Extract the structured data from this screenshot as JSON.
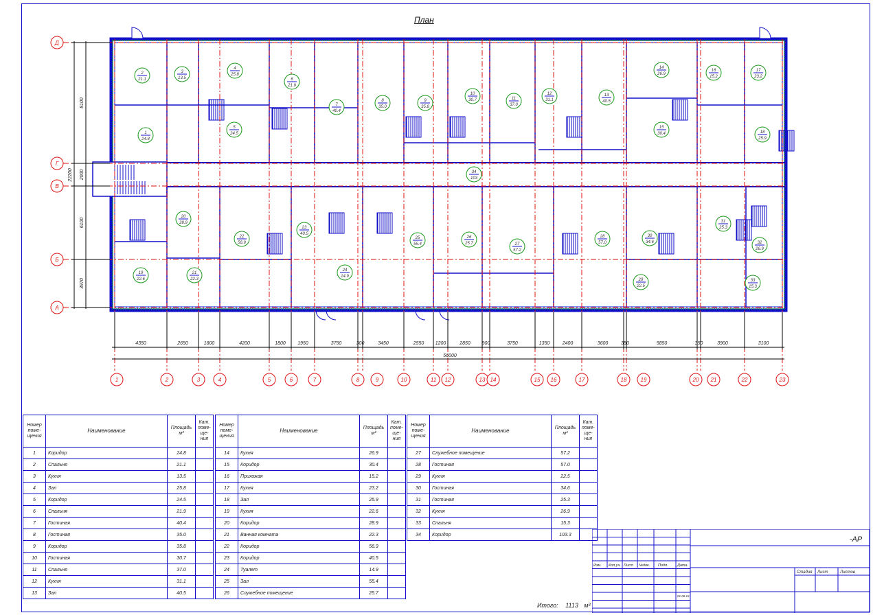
{
  "drawing": {
    "title": "План",
    "code": "-АР",
    "total_label": "Итого:",
    "total_value": "1113",
    "total_unit": "м²",
    "date_stamp": "01.06.16",
    "colors": {
      "lines": "#1010c8",
      "axes": "#e01010",
      "room_markers": "#1a9a1a",
      "insulation": "#1a8a3a"
    }
  },
  "axes": {
    "columns": [
      "1",
      "2",
      "3",
      "4",
      "5",
      "6",
      "7",
      "8",
      "9",
      "10",
      "11",
      "12",
      "13",
      "14",
      "15",
      "16",
      "17",
      "18",
      "19",
      "20",
      "21",
      "22",
      "23"
    ],
    "rows": [
      "Д",
      "Г",
      "В",
      "Б",
      "А"
    ],
    "column_spacings_mm": [
      "4350",
      "2650",
      "1800",
      "4200",
      "1800",
      "1950",
      "3750",
      "300",
      "3450",
      "2550",
      "1200",
      "2850",
      "900",
      "3750",
      "1350",
      "2400",
      "3600",
      "350",
      "5850",
      "350",
      "3900",
      "3100"
    ],
    "overall_length_mm": "56000",
    "row_spacings_mm": [
      "8100",
      "2000",
      "6100",
      "3970"
    ],
    "overall_width_mm": "22200"
  },
  "room_markers": [
    {
      "n": "1",
      "a": "24.8"
    },
    {
      "n": "2",
      "a": "21.1"
    },
    {
      "n": "3",
      "a": "13.5"
    },
    {
      "n": "4",
      "a": "25.8"
    },
    {
      "n": "5",
      "a": "24.5"
    },
    {
      "n": "6",
      "a": "21.9"
    },
    {
      "n": "7",
      "a": "40.4"
    },
    {
      "n": "8",
      "a": "35.0"
    },
    {
      "n": "9",
      "a": "35.8"
    },
    {
      "n": "10",
      "a": "30.7"
    },
    {
      "n": "11",
      "a": "37.0"
    },
    {
      "n": "12",
      "a": "31.1"
    },
    {
      "n": "13",
      "a": "40.5"
    },
    {
      "n": "14",
      "a": "26.9"
    },
    {
      "n": "15",
      "a": "30.4"
    },
    {
      "n": "16",
      "a": "15.2"
    },
    {
      "n": "17",
      "a": "23.2"
    },
    {
      "n": "18",
      "a": "25.9"
    },
    {
      "n": "19",
      "a": "22.6"
    },
    {
      "n": "20",
      "a": "28.9"
    },
    {
      "n": "21",
      "a": "22.3"
    },
    {
      "n": "22",
      "a": "56.9"
    },
    {
      "n": "23",
      "a": "40.5"
    },
    {
      "n": "24",
      "a": "14.9"
    },
    {
      "n": "25",
      "a": "55.4"
    },
    {
      "n": "26",
      "a": "25.7"
    },
    {
      "n": "27",
      "a": "57.2"
    },
    {
      "n": "28",
      "a": "57.0"
    },
    {
      "n": "29",
      "a": "22.5"
    },
    {
      "n": "30",
      "a": "34.6"
    },
    {
      "n": "31",
      "a": "25.3"
    },
    {
      "n": "32",
      "a": "26.9"
    },
    {
      "n": "33",
      "a": "15.3"
    },
    {
      "n": "34",
      "a": "103"
    }
  ],
  "room_table": {
    "headers": {
      "num": "Номер поме-щения",
      "name": "Наименование",
      "area": "Площадь м²",
      "cat": "Кат. поме-ще-ния"
    },
    "columns": [
      [
        {
          "num": "1",
          "name": "Коридор",
          "area": "24.8"
        },
        {
          "num": "2",
          "name": "Спальня",
          "area": "21.1"
        },
        {
          "num": "3",
          "name": "Кухня",
          "area": "13.5"
        },
        {
          "num": "4",
          "name": "Зал",
          "area": "25.8"
        },
        {
          "num": "5",
          "name": "Коридор",
          "area": "24.5"
        },
        {
          "num": "6",
          "name": "Спальня",
          "area": "21.9"
        },
        {
          "num": "7",
          "name": "Гостиная",
          "area": "40.4"
        },
        {
          "num": "8",
          "name": "Гостиная",
          "area": "35.0"
        },
        {
          "num": "9",
          "name": "Коридор",
          "area": "35.8"
        },
        {
          "num": "10",
          "name": "Гостиная",
          "area": "30.7"
        },
        {
          "num": "11",
          "name": "Спальня",
          "area": "37.0"
        },
        {
          "num": "12",
          "name": "Кухня",
          "area": "31.1"
        },
        {
          "num": "13",
          "name": "Зал",
          "area": "40.5"
        }
      ],
      [
        {
          "num": "14",
          "name": "Кухня",
          "area": "26.9"
        },
        {
          "num": "15",
          "name": "Коридор",
          "area": "30.4"
        },
        {
          "num": "16",
          "name": "Прихожая",
          "area": "15.2"
        },
        {
          "num": "17",
          "name": "Кухня",
          "area": "23.2"
        },
        {
          "num": "18",
          "name": "Зал",
          "area": "25.9"
        },
        {
          "num": "19",
          "name": "Кухня",
          "area": "22.6"
        },
        {
          "num": "20",
          "name": "Коридор",
          "area": "28.9"
        },
        {
          "num": "21",
          "name": "Ванная комната",
          "area": "22.3"
        },
        {
          "num": "22",
          "name": "Коридор",
          "area": "56.9"
        },
        {
          "num": "23",
          "name": "Коридор",
          "area": "40.5"
        },
        {
          "num": "24",
          "name": "Туалет",
          "area": "14.9"
        },
        {
          "num": "25",
          "name": "Зал",
          "area": "55.4"
        },
        {
          "num": "26",
          "name": "Служебное помещение",
          "area": "25.7"
        }
      ],
      [
        {
          "num": "27",
          "name": "Служебное помещение",
          "area": "57.2"
        },
        {
          "num": "28",
          "name": "Гостиная",
          "area": "57.0"
        },
        {
          "num": "29",
          "name": "Кухня",
          "area": "22.5"
        },
        {
          "num": "30",
          "name": "Гостиная",
          "area": "34.6"
        },
        {
          "num": "31",
          "name": "Гостиная",
          "area": "25.3"
        },
        {
          "num": "32",
          "name": "Кухня",
          "area": "26.9"
        },
        {
          "num": "33",
          "name": "Спальня",
          "area": "15.3"
        },
        {
          "num": "34",
          "name": "Коридор",
          "area": "103.3"
        }
      ]
    ]
  },
  "title_block": {
    "left_labels": [
      "Изм.",
      "Кол.уч.",
      "Лист",
      "№док.",
      "Подп.",
      "Дата"
    ],
    "right_labels": [
      "Стадия",
      "Лист",
      "Листов"
    ]
  }
}
